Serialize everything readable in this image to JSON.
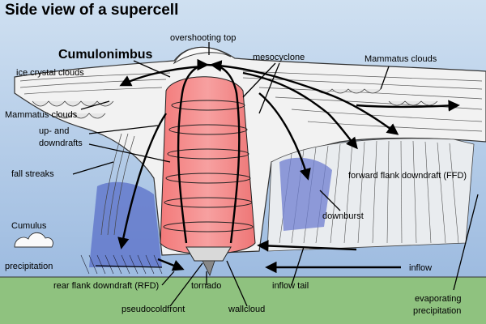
{
  "diagram": {
    "title": "Side view of a supercell",
    "labels": {
      "cumulonimbus": "Cumulonimbus",
      "overshooting_top": "overshooting top",
      "mesocyclone": "mesocyclone",
      "mammatus_right": "Mammatus clouds",
      "ice_crystal": "ice crystal clouds",
      "mammatus_left": "Mammatus clouds",
      "updowndrafts_1": "up- and",
      "updowndrafts_2": "downdrafts",
      "fall_streaks": "fall streaks",
      "ffd": "forward flank downdraft (FFD)",
      "downburst": "downburst",
      "cumulus": "Cumulus",
      "precipitation": "precipitation",
      "inflow": "inflow",
      "rfd": "rear flank downdraft (RFD)",
      "tornado": "tornado",
      "inflow_tail": "inflow tail",
      "pseudocoldfront": "pseudocoldfront",
      "wallcloud": "wallcloud",
      "evaporating_1": "evaporating",
      "evaporating_2": "precipitation"
    },
    "colors": {
      "sky": "#a9c6e6",
      "ground": "#8fc27f",
      "updraft": "#f08a8a",
      "precip_blue": "#5a6fc8",
      "cloud": "#f3f3f3"
    }
  }
}
